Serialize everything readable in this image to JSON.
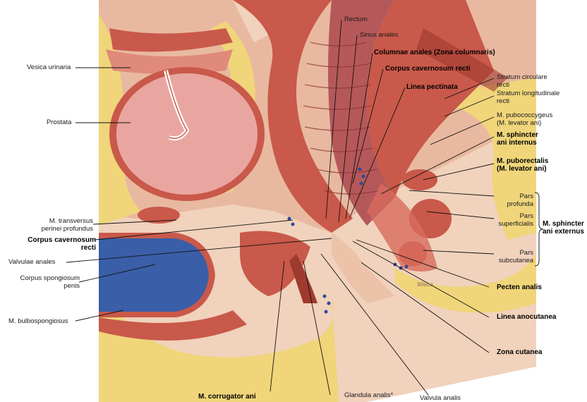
{
  "labels": {
    "rectum": "Rectum",
    "sinus_anales": "Sinus anales",
    "columnae_anales": "Columnae anales (Zona columnaris)",
    "corpus_cavernosum_recti_top": "Corpus cavernosum recti",
    "linea_pectinata": "Linea pectinata",
    "stratum_circulare_1": "Stratum circulare",
    "stratum_circulare_2": "recti",
    "stratum_longitudinale_1": "Stratum longitudinale",
    "stratum_longitudinale_2": "recti",
    "pubococcygeus_1": "M. pubococcygeus",
    "pubococcygeus_2": "(M. levator ani)",
    "sphincter_internus_1": "M. sphincter",
    "sphincter_internus_2": "ani internus",
    "puborectalis_1": "M. puborectalis",
    "puborectalis_2": "(M. levator ani)",
    "pars_profunda_1": "Pars",
    "pars_profunda_2": "profunda",
    "pars_superficialis_1": "Pars",
    "pars_superficialis_2": "superficialis",
    "pars_subcutanea_1": "Pars",
    "pars_subcutanea_2": "subcutanea",
    "sphincter_externus_1": "M. sphincter",
    "sphincter_externus_2": "ani externus",
    "pecten_analis": "Pecten analis",
    "linea_anocutanea": "Linea anocutanea",
    "zona_cutanea": "Zona cutanea",
    "valvula_analis": "Valvula analis",
    "glandula_analis": "Glandula analis*",
    "corrugator_ani": "M. corrugator ani",
    "vesica_urinaria": "Vesica urinaria",
    "prostata": "Prostata",
    "transversus_1": "M. transversus",
    "transversus_2": "perinei profundus",
    "corpus_cavernosum_recti_left_1": "Corpus cavernosum",
    "corpus_cavernosum_recti_left_2": "recti",
    "valvulae_anales": "Valvulae anales",
    "corpus_spongiosum_1": "Corpus spongiosum",
    "corpus_spongiosum_2": "penis",
    "bulbospongiosus": "M. bulbospongiosus",
    "signature": "Wiebe"
  },
  "colors": {
    "muscle": "#c9594a",
    "muscle_dark": "#9e3a2e",
    "mucosa": "#b5585a",
    "prostate": "#e9a6a0",
    "fat": "#f0d57a",
    "skin": "#ecc3a8",
    "spongiosum": "#3b5ea8",
    "vessel_blue": "#2a4a9a",
    "leader": "#111111"
  }
}
